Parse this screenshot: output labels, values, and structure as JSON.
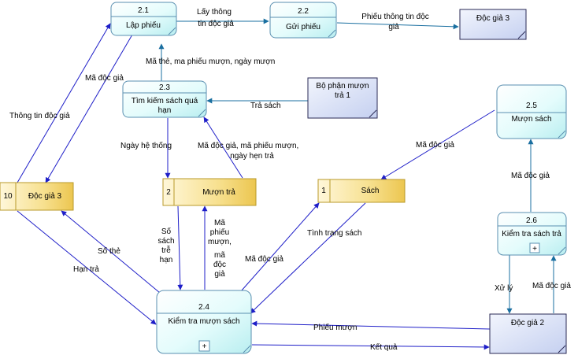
{
  "processes": {
    "p21": {
      "id": "2.1",
      "name": "Lập phiếu"
    },
    "p22": {
      "id": "2.2",
      "name": "Gửi phiếu"
    },
    "p23": {
      "id": "2.3",
      "name_1": "Tìm kiếm sách quá",
      "name_2": "hạn"
    },
    "p24": {
      "id": "2.4",
      "name": "Kiểm tra mượn sách",
      "expand": "+"
    },
    "p25": {
      "id": "2.5",
      "name": "Mượn sách"
    },
    "p26": {
      "id": "2.6",
      "name": "Kiểm tra sách trả",
      "expand": "+"
    }
  },
  "entities": {
    "docgia3_top": {
      "name": "Độc giả 3"
    },
    "bophan": {
      "name_1": "Bộ phận mượn",
      "name_2": "trả 1"
    },
    "docgia2": {
      "name": "Độc giả 2"
    }
  },
  "stores": {
    "docgia3": {
      "num": "10",
      "name": "Độc giả 3"
    },
    "muontra": {
      "num": "2",
      "name": "Mượn trả"
    },
    "sach": {
      "num": "1",
      "name": "Sách"
    }
  },
  "flows": {
    "lay_thong_tin_doc_gia": [
      "Lấy thông",
      "tin độc giả"
    ],
    "phieu_thong_tin_doc_gia": [
      "Phiếu thông tin độc",
      "giả"
    ],
    "ma_the_phieu_ngay": "Mã thẻ, ma phiếu mượn, ngày mượn",
    "ma_doc_gia_left": "Mã độc giả",
    "thong_tin_doc_gia": "Thông tin độc giả",
    "tra_sach": "Trả sách",
    "ngay_he_thong": "Ngày hệ thống",
    "ma_dg_phieu_ngay_hen": [
      "Mã độc giả, mã phiếu mượn,",
      "ngày hẹn trả"
    ],
    "ma_doc_gia_25": "Mã độc giả",
    "ma_doc_gia_26": "Mã độc giả",
    "so_the": "Số thẻ",
    "han_tra": "Hạn trả",
    "so_sach_tre_han": [
      "Số",
      "sách",
      "trễ",
      "hạn"
    ],
    "ma_phieu_muon_ma_doc_gia": [
      "Mã",
      "phiếu",
      "mượn,",
      "mã",
      "độc",
      "giả"
    ],
    "ma_doc_gia_sach": "Mã độc giả",
    "tinh_trang_sach": "Tình trạng sách",
    "xu_ly": "Xử lý",
    "ma_doc_gia_dg2": "Mã độc giả",
    "phieu_muon": "Phiếu mượn",
    "ket_qua": "Kết quả"
  },
  "colors": {
    "process_fill": "#dffbfb",
    "process_stroke": "#5a8fb0",
    "entity_fill": "#d8e1f7",
    "entity_stroke": "#2a2a55",
    "store_fill": "#f6da80",
    "store_stroke": "#b89a2a",
    "arrow": "#1e1ec8",
    "arrow_teal": "#1a6fa0"
  }
}
